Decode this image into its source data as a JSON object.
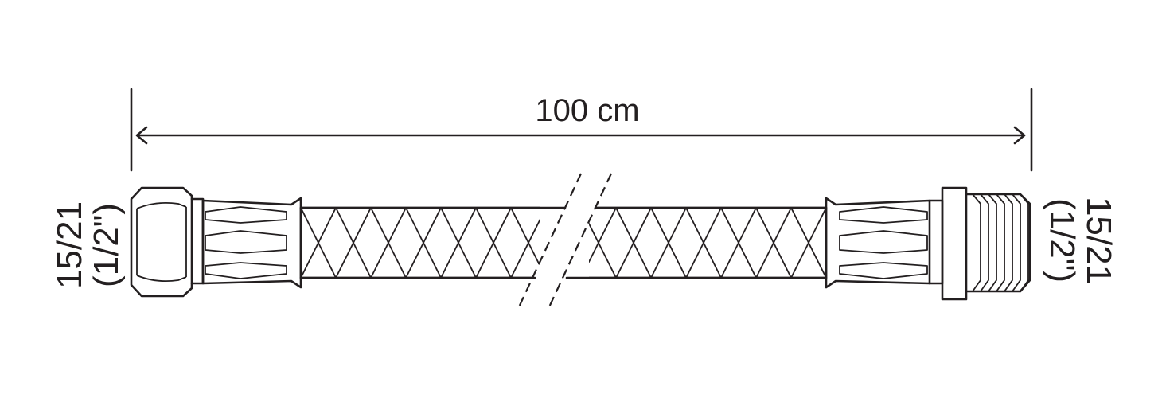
{
  "dimension": {
    "length_label": "100 cm"
  },
  "left_fitting": {
    "size_label": "15/21",
    "inch_label": "(1/2\")"
  },
  "right_fitting": {
    "size_label": "15/21",
    "inch_label": "(1/2\")"
  },
  "colors": {
    "stroke": "#231f20",
    "background": "#ffffff"
  }
}
